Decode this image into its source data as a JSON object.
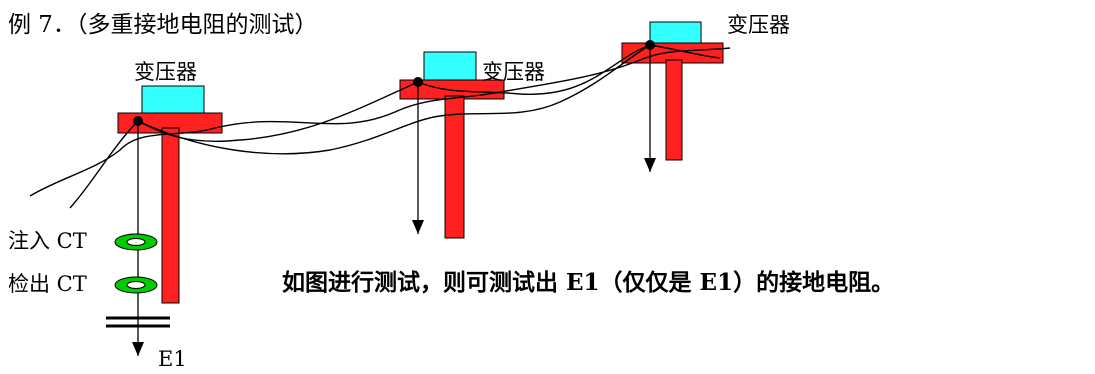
{
  "title": "例 7．（多重接地电阻的测试）",
  "transformers": [
    {
      "label": "变压器"
    },
    {
      "label": "变压器"
    },
    {
      "label": "变压器"
    }
  ],
  "ct_labels": {
    "inject": "注入 CT",
    "detect": "检出 CT"
  },
  "ground_label": "E1",
  "statement": "如图进行测试，则可测试出 E1（仅仅是 E1）的接地电阻。",
  "colors": {
    "crossarm": "#ff2020",
    "transformer": "#33ffff",
    "ct_ring": "#00cc00",
    "line": "#000000"
  }
}
